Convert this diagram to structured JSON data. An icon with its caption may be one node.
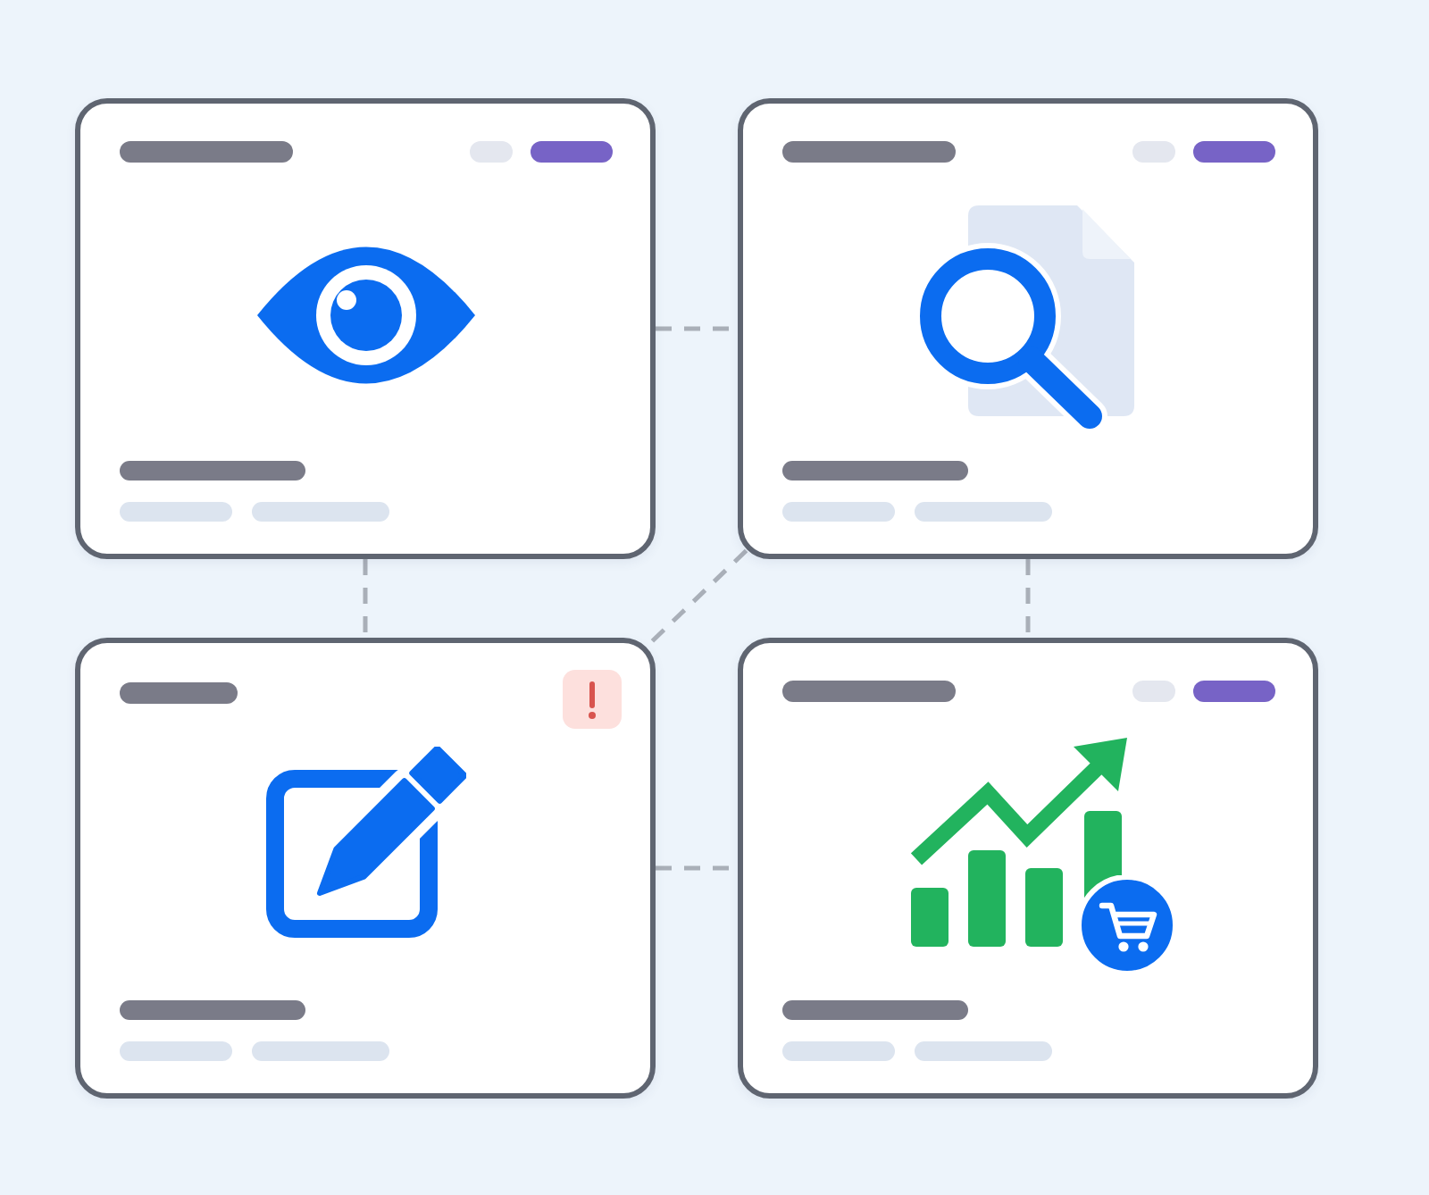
{
  "diagram": {
    "nodes": [
      {
        "text": [],
        "shape": "box"
      },
      {
        "text": [],
        "shape": "box"
      },
      {
        "text": [],
        "shape": "box"
      },
      {
        "text": [],
        "shape": "box"
      }
    ],
    "edges": [
      {
        "from": 0,
        "to": 1,
        "arrow": "none",
        "style": "dashed"
      },
      {
        "from": 0,
        "to": 2,
        "arrow": "none",
        "style": "dashed"
      },
      {
        "from": 1,
        "to": 3,
        "arrow": "none",
        "style": "dashed"
      },
      {
        "from": 1,
        "to": 2,
        "arrow": "none",
        "style": "dashed"
      },
      {
        "from": 2,
        "to": 3,
        "arrow": "none",
        "style": "dashed"
      }
    ]
  }
}
